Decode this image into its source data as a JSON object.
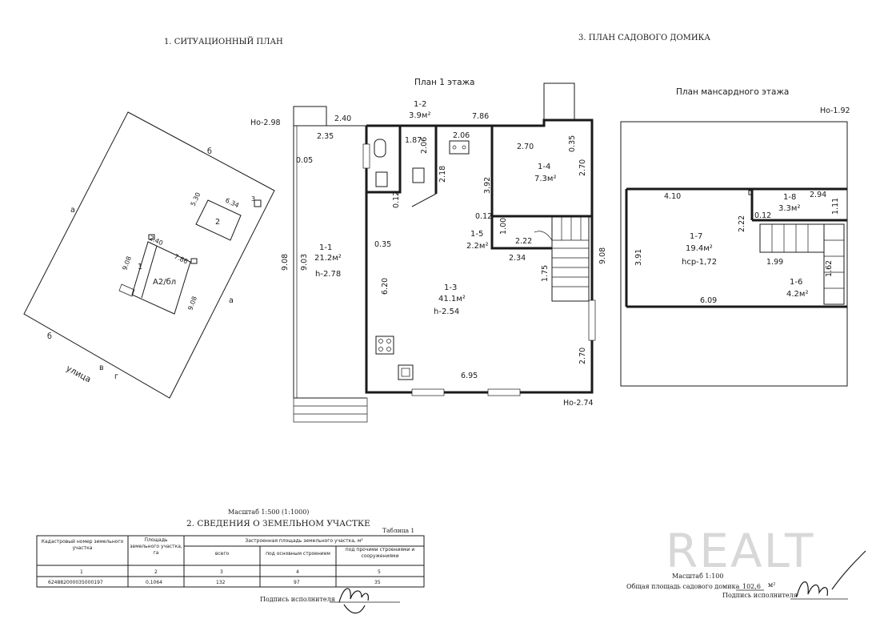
{
  "sections": {
    "situation_plan_title": "1. СИТУАЦИОННЫЙ ПЛАН",
    "house_plan_title": "3. ПЛАН САДОВОГО ДОМИКА",
    "land_info_title": "2. СВЕДЕНИЯ О ЗЕМЕЛЬНОМ УЧАСТКЕ",
    "scale_top": "Масштаб 1:500 (1:1000)",
    "table_label": "Таблица 1"
  },
  "situation_plan": {
    "corner_labels": [
      "а",
      "б",
      "а",
      "б"
    ],
    "street_label": "улица",
    "street_letters": [
      "в",
      "г"
    ],
    "building_2_dims": [
      "5.30",
      "6.34"
    ],
    "building_2_label": "2",
    "marker_3": "3",
    "house_label": "А2/бл",
    "house_part": "1",
    "house_dims": [
      "2.40",
      "7.86",
      "9.08",
      "9.08"
    ]
  },
  "floor1": {
    "title": "План 1 этажа",
    "marks": {
      "no_top_left": "Но-2.98",
      "no_bottom_right": "Но-2.74"
    },
    "rooms": [
      {
        "id": "1-1",
        "area": "21.2м²",
        "height": "h-2.78"
      },
      {
        "id": "1-2",
        "area": "3.9м²"
      },
      {
        "id": "1-3",
        "area": "41.1м²",
        "height": "h-2.54"
      },
      {
        "id": "1-4",
        "area": "7.3м²"
      },
      {
        "id": "1-5",
        "area": "2.2м²"
      }
    ],
    "dims": [
      "2.40",
      "7.86",
      "2.35",
      "0.05",
      "9.08",
      "9.03",
      "1.87",
      "2.06",
      "2.06",
      "2.70",
      "0.35",
      "2.70",
      "2.18",
      "3.92",
      "0.12",
      "0.12",
      "1.00",
      "2.22",
      "2.34",
      "0.35",
      "1.75",
      "9.08",
      "6.20",
      "2.70",
      "6.95"
    ]
  },
  "attic": {
    "title": "План мансардного этажа",
    "marks": {
      "no": "Но-1.92"
    },
    "rooms": [
      {
        "id": "1-7",
        "area": "19.4м²",
        "height": "hср-1,72"
      },
      {
        "id": "1-8",
        "area": "3.3м²"
      },
      {
        "id": "1-6",
        "area": "4.2м²"
      }
    ],
    "dims": [
      "4.10",
      "2.94",
      "1.11",
      "2.22",
      "0.12",
      "3.91",
      "1.99",
      "1.62",
      "6.09"
    ]
  },
  "land_table": {
    "headers": {
      "cadastral": "Кадастровый номер земельного участка",
      "area_ha": "Площадь земельного участка, га",
      "built_area_group": "Застроенная площадь земельного участка, м²",
      "total": "всего",
      "main_building": "под основным строением",
      "other_buildings": "под прочими строениями и сооружениями"
    },
    "column_numbers": [
      "1",
      "2",
      "3",
      "4",
      "5"
    ],
    "row": {
      "cadastral_number": "624882000035000197",
      "area_ha": "0,1064",
      "total": "132",
      "main_building": "97",
      "other_buildings": "35"
    }
  },
  "signature_left": {
    "label": "Подпись исполнителя"
  },
  "bottom_right": {
    "scale": "Масштаб 1:100",
    "total_area_label": "Общая площадь садового домика",
    "total_area_value": "102,6",
    "total_area_unit": "м²",
    "signature_label": "Подпись исполнителя"
  },
  "watermark": {
    "text": "REALT"
  }
}
